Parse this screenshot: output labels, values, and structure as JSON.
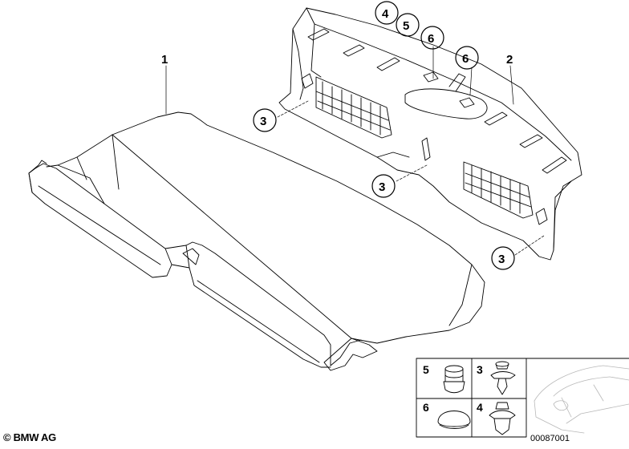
{
  "callouts": {
    "c1": "1",
    "c2": "2",
    "c3a": "3",
    "c3b": "3",
    "c3c": "3",
    "c4": "4",
    "c5": "5",
    "c6a": "6",
    "c6b": "6"
  },
  "inset": {
    "n5": "5",
    "n3": "3",
    "n6": "6",
    "n4": "4"
  },
  "footer": {
    "copyright": "© BMW AG",
    "diagram_number": "00087001"
  }
}
